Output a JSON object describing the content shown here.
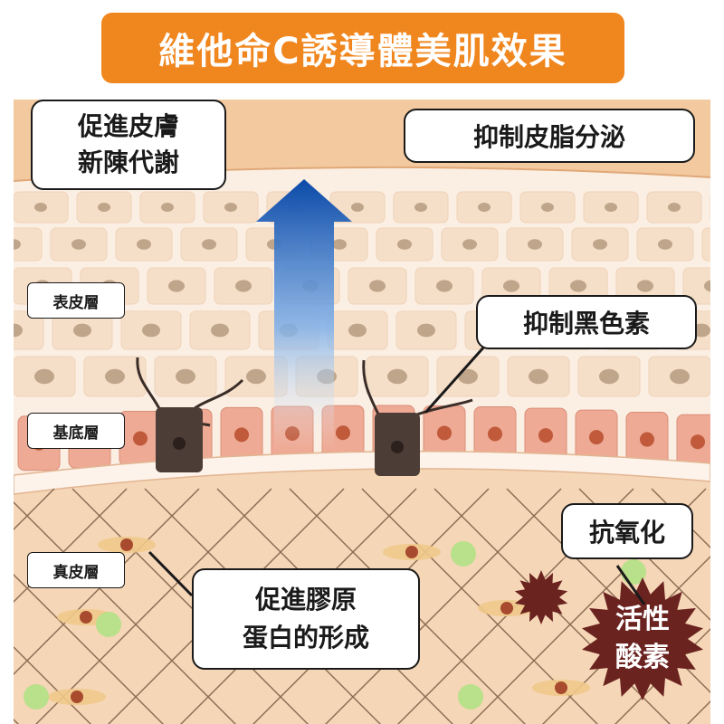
{
  "title": "維他命C誘導體美肌效果",
  "effects": {
    "renewal": [
      "促進皮膚",
      "新陳代謝"
    ],
    "sebum": "抑制皮脂分泌",
    "melanin": "抑制黑色素",
    "antioxidant": "抗氧化",
    "collagen": [
      "促進膠原",
      "蛋白的形成"
    ]
  },
  "layers": {
    "epidermis": "表皮層",
    "basal": "基底層",
    "dermis": "真皮層"
  },
  "ros": [
    "活性",
    "酸素"
  ],
  "colors": {
    "title_bg": "#f0861e",
    "stratum_corneum": "#f3c9a0",
    "epidermal_cell": "#f6dfc8",
    "cell_nucleus": "#bfa58a",
    "basal_cell": "#eeaa95",
    "basal_nucleus": "#c05a3b",
    "melanocyte": "#4d3d37",
    "dermis": "#f5d6b6",
    "fibroblast_dot": "#b9e08a",
    "arrow_top": "#0b4aa8",
    "ros_star": "#6b2320"
  },
  "icons": [
    "up-arrow-icon",
    "melanocyte-icon",
    "ros-star-icon"
  ]
}
